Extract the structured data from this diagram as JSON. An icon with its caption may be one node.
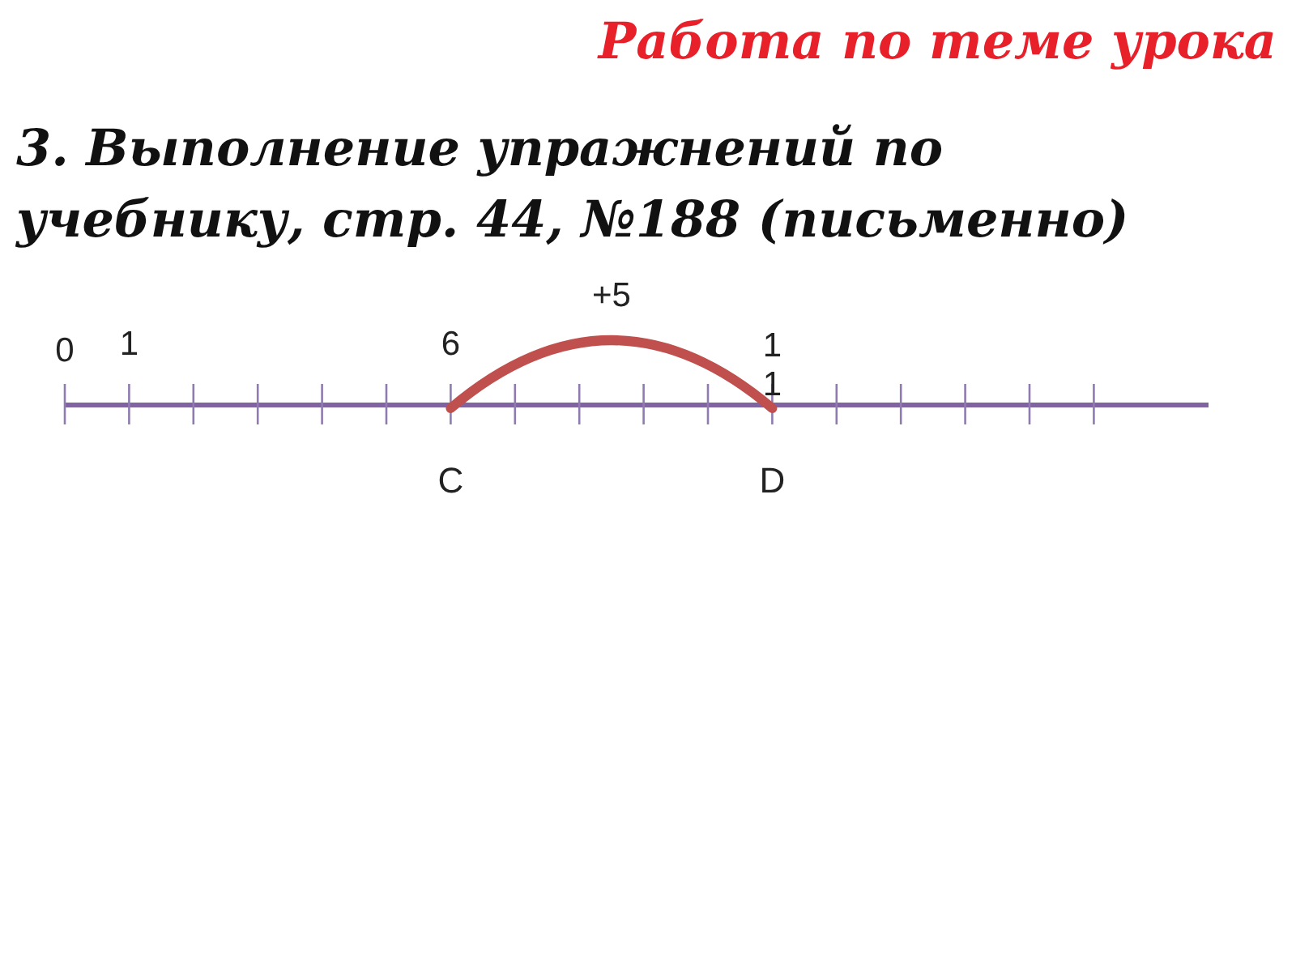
{
  "diagram": {
    "title": "Работа по теме урока",
    "nodes": [
      {
        "text": [
          "C"
        ]
      },
      {
        "text": [
          "D"
        ]
      }
    ],
    "edges": [
      {
        "from": 0,
        "to": 1,
        "arrow": "none",
        "label": "+5"
      }
    ],
    "labels": [
      "3. Выполнение упражнений по учебнику, стр. 44, №188 (письменно)",
      "0",
      "1",
      "6",
      "11"
    ]
  }
}
